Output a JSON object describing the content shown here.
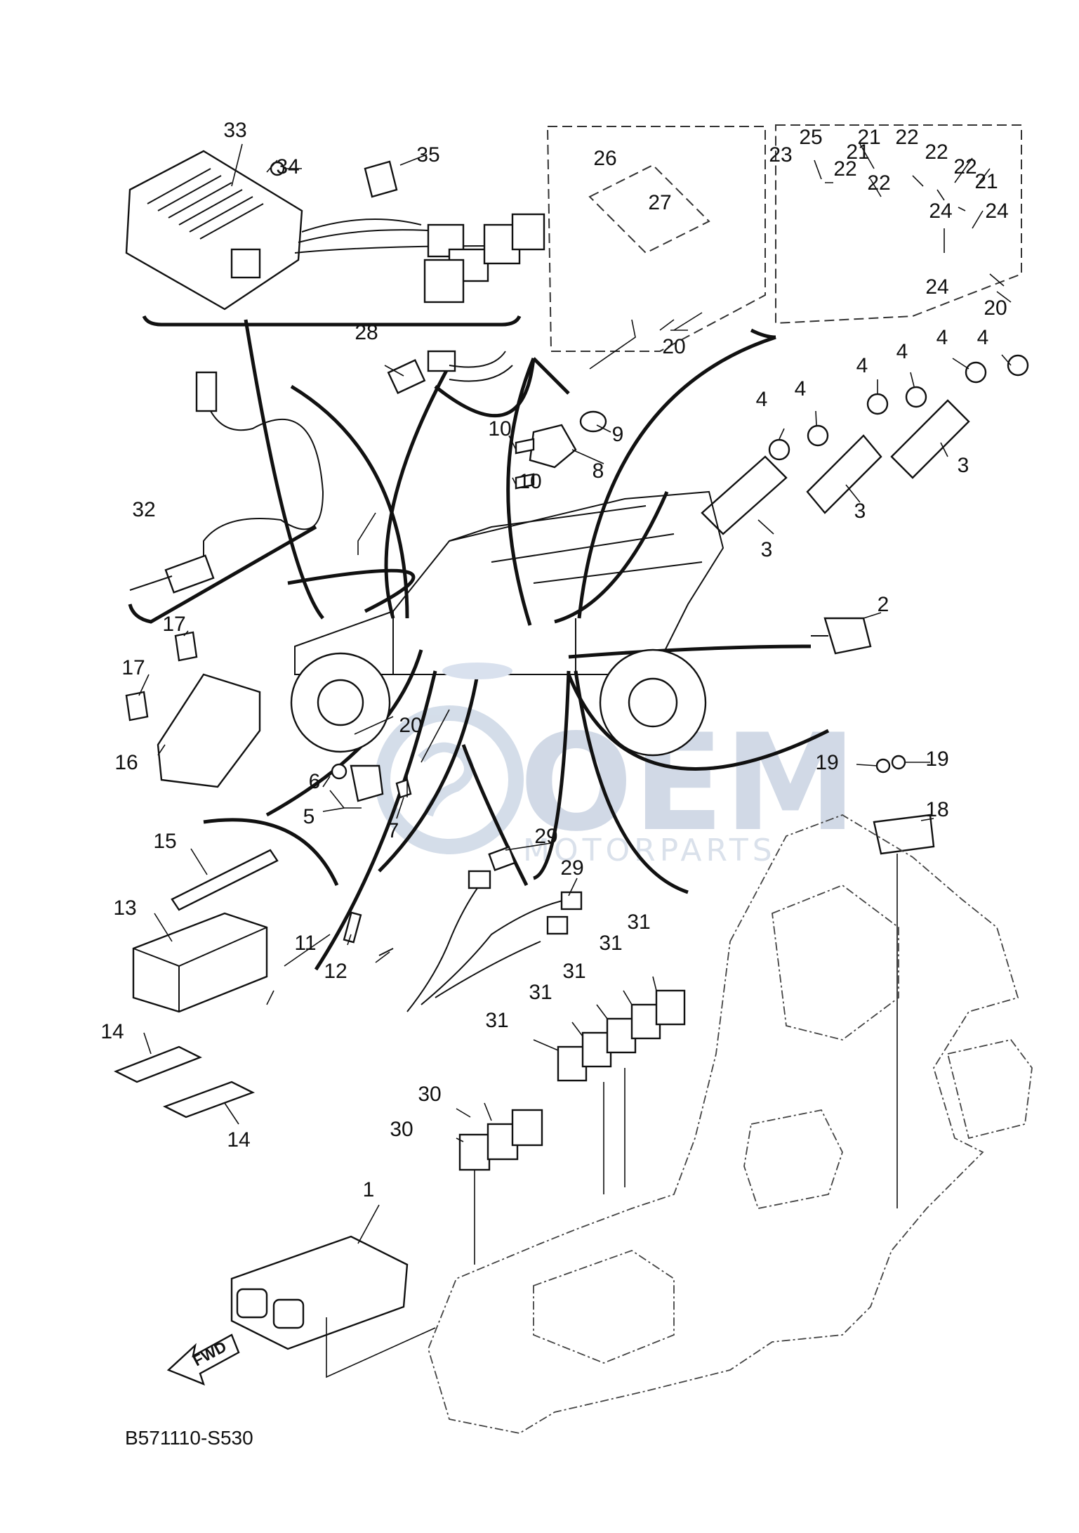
{
  "diagram": {
    "code": "B571110-S530",
    "fwd_label": "FWD",
    "watermark": {
      "logo": "OEM",
      "sub": "MOTORPARTS",
      "color": "#c9d3e2"
    },
    "callouts": [
      {
        "id": "c1",
        "text": "1"
      },
      {
        "id": "c2",
        "text": "2"
      },
      {
        "id": "c3a",
        "text": "3"
      },
      {
        "id": "c3b",
        "text": "3"
      },
      {
        "id": "c3c",
        "text": "3"
      },
      {
        "id": "c4a",
        "text": "4"
      },
      {
        "id": "c4b",
        "text": "4"
      },
      {
        "id": "c4c",
        "text": "4"
      },
      {
        "id": "c4d",
        "text": "4"
      },
      {
        "id": "c4e",
        "text": "4"
      },
      {
        "id": "c4f",
        "text": "4"
      },
      {
        "id": "c5",
        "text": "5"
      },
      {
        "id": "c6",
        "text": "6"
      },
      {
        "id": "c7",
        "text": "7"
      },
      {
        "id": "c8",
        "text": "8"
      },
      {
        "id": "c9",
        "text": "9"
      },
      {
        "id": "c10a",
        "text": "10"
      },
      {
        "id": "c10b",
        "text": "10"
      },
      {
        "id": "c11",
        "text": "11"
      },
      {
        "id": "c12",
        "text": "12"
      },
      {
        "id": "c13",
        "text": "13"
      },
      {
        "id": "c14a",
        "text": "14"
      },
      {
        "id": "c14b",
        "text": "14"
      },
      {
        "id": "c15",
        "text": "15"
      },
      {
        "id": "c16",
        "text": "16"
      },
      {
        "id": "c17a",
        "text": "17"
      },
      {
        "id": "c17b",
        "text": "17"
      },
      {
        "id": "c18",
        "text": "18"
      },
      {
        "id": "c19a",
        "text": "19"
      },
      {
        "id": "c19b",
        "text": "19"
      },
      {
        "id": "c20a",
        "text": "20"
      },
      {
        "id": "c20b",
        "text": "20"
      },
      {
        "id": "c20c",
        "text": "20"
      },
      {
        "id": "c21a",
        "text": "21"
      },
      {
        "id": "c21b",
        "text": "21"
      },
      {
        "id": "c21c",
        "text": "21"
      },
      {
        "id": "c22a",
        "text": "22"
      },
      {
        "id": "c22b",
        "text": "22"
      },
      {
        "id": "c22c",
        "text": "22"
      },
      {
        "id": "c22d",
        "text": "22"
      },
      {
        "id": "c22e",
        "text": "22"
      },
      {
        "id": "c23",
        "text": "23"
      },
      {
        "id": "c24a",
        "text": "24"
      },
      {
        "id": "c24b",
        "text": "24"
      },
      {
        "id": "c24c",
        "text": "24"
      },
      {
        "id": "c25",
        "text": "25"
      },
      {
        "id": "c26",
        "text": "26"
      },
      {
        "id": "c27",
        "text": "27"
      },
      {
        "id": "c28",
        "text": "28"
      },
      {
        "id": "c29a",
        "text": "29"
      },
      {
        "id": "c29b",
        "text": "29"
      },
      {
        "id": "c30a",
        "text": "30"
      },
      {
        "id": "c30b",
        "text": "30"
      },
      {
        "id": "c31a",
        "text": "31"
      },
      {
        "id": "c31b",
        "text": "31"
      },
      {
        "id": "c31c",
        "text": "31"
      },
      {
        "id": "c31d",
        "text": "31"
      },
      {
        "id": "c31e",
        "text": "31"
      },
      {
        "id": "c32",
        "text": "32"
      },
      {
        "id": "c33",
        "text": "33"
      },
      {
        "id": "c34",
        "text": "34"
      },
      {
        "id": "c35",
        "text": "35"
      }
    ]
  }
}
